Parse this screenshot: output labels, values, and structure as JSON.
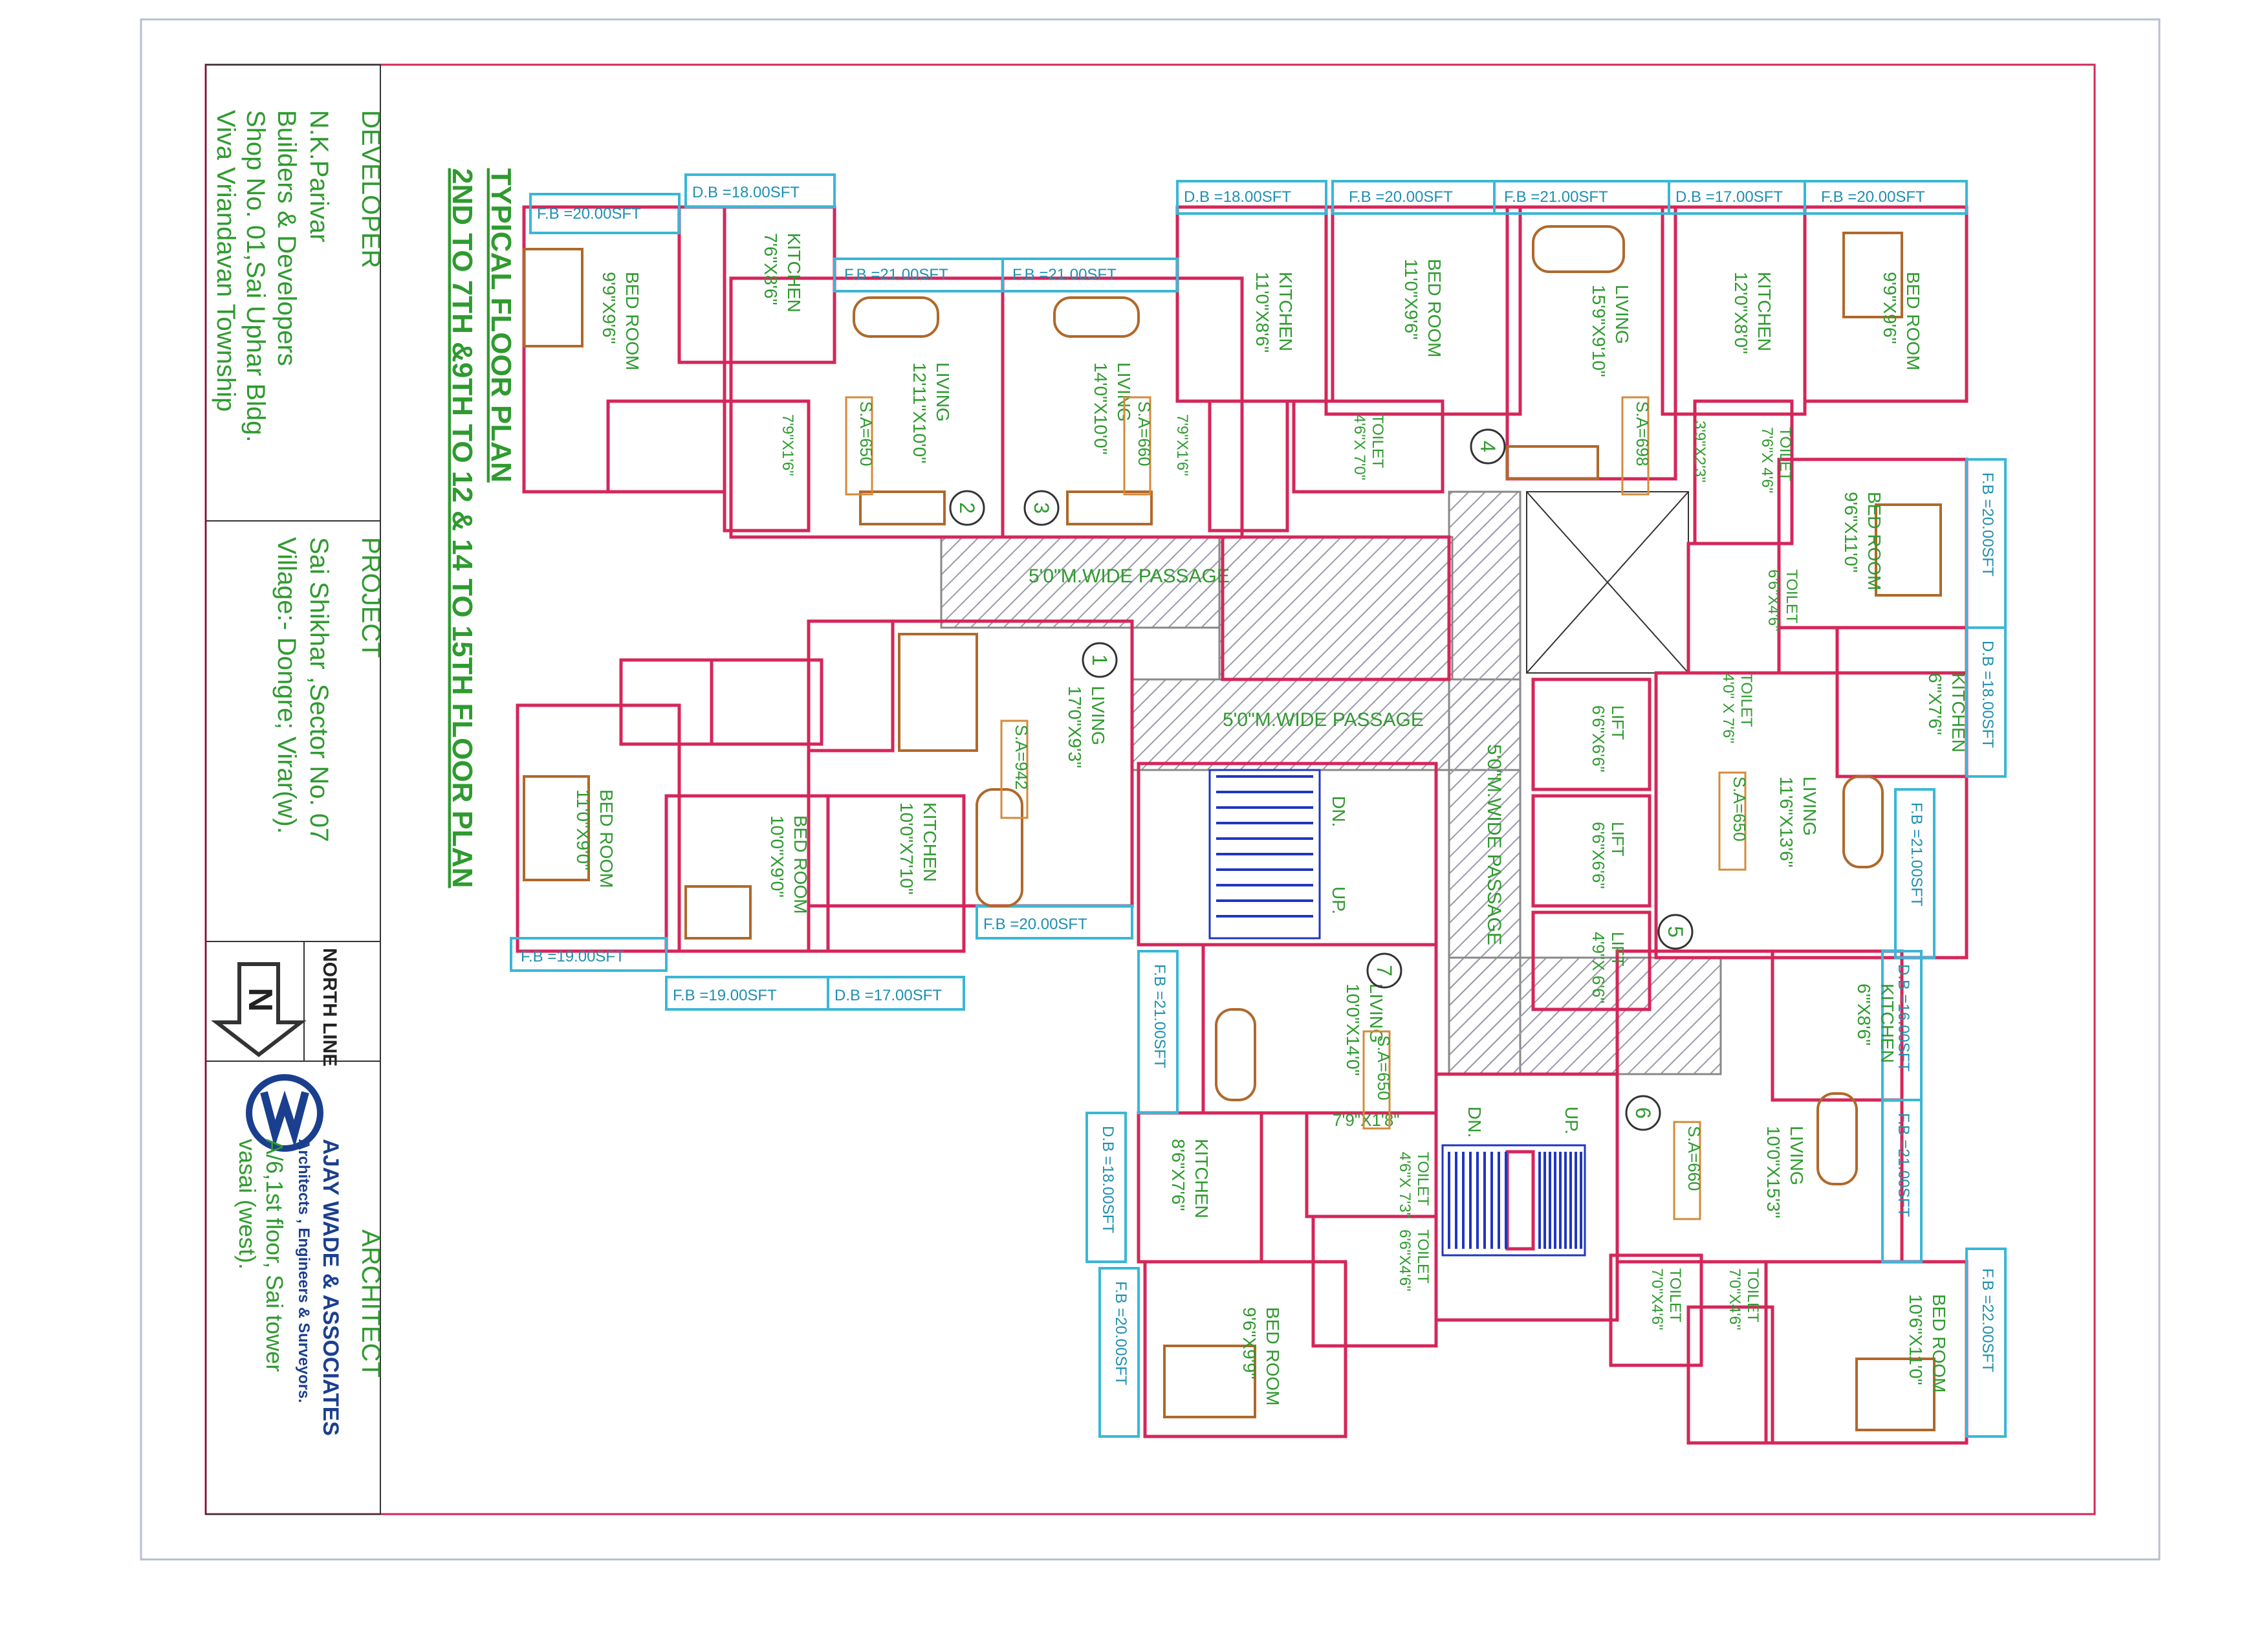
{
  "title_block": {
    "developer_heading": "DEVELOPER",
    "developer_lines": [
      "N.K.Parivar",
      "Builders & Developers",
      "Shop No. 01,Sai Uphar Bldg.",
      "Viva Vriandavan Township"
    ],
    "project_heading": "PROJECT",
    "project_lines": [
      "Sai Shikhar ,Sector No. 07",
      "Village:- Dongre; Virar(w)."
    ],
    "north_heading": "NORTH LINE",
    "north_letter": "N",
    "architect_heading": "ARCHITECT",
    "architect_name": "AJAY WADE & ASSOCIATES",
    "architect_tagline": "Architects , Engineers & Surveyors.",
    "architect_address": [
      "A/6,1st floor, Sai tower",
      "vasai (west)."
    ]
  },
  "plan_title": [
    "TYPICAL FLOOR PLAN",
    "2ND TO 7TH &9TH TO 12 & 14 TO 15TH FLOOR PLAN"
  ],
  "passages": [
    "5'0\"M.WIDE PASSAGE",
    "5'0\"M.WIDE PASSAGE",
    "5'0\"M.WIDE PASSAGE"
  ],
  "flats": [
    {
      "no": "1",
      "sa": "S.A=942"
    },
    {
      "no": "2",
      "sa": "S.A=650"
    },
    {
      "no": "3",
      "sa": "S.A=660"
    },
    {
      "no": "4",
      "sa": "S.A=698"
    },
    {
      "no": "5",
      "sa": "S.A=650"
    },
    {
      "no": "6",
      "sa": "S.A=660"
    },
    {
      "no": "7",
      "sa": "S.A=650"
    }
  ],
  "rooms": [
    {
      "name": "BED ROOM",
      "size": "9'9\"X9'6\""
    },
    {
      "name": "KITCHEN",
      "size": "7'6\"X8'6\""
    },
    {
      "name": "LIVING",
      "size": "12'11\"X10'0\""
    },
    {
      "name": "LIVING",
      "size": "14'0\"X10'0\""
    },
    {
      "name": "KITCHEN",
      "size": "11'0\"X8'6\""
    },
    {
      "name": "BED ROOM",
      "size": "11'0\"X9'6\""
    },
    {
      "name": "LIVING",
      "size": "15'9\"X9'10\""
    },
    {
      "name": "KITCHEN",
      "size": "12'0\"X8'0\""
    },
    {
      "name": "BED ROOM",
      "size": "9'9\"X9'6\""
    },
    {
      "name": "BED ROOM",
      "size": "9'6\"X11'0\""
    },
    {
      "name": "KITCHEN",
      "size": "6'\"X7'6\""
    },
    {
      "name": "LIVING",
      "size": "11'6\"X13'6\""
    },
    {
      "name": "KITCHEN",
      "size": "6'\"X8'6\""
    },
    {
      "name": "LIVING",
      "size": "10'0\"X15'3\""
    },
    {
      "name": "BED ROOM",
      "size": "10'6\"X11'0\""
    },
    {
      "name": "LIVING",
      "size": "10'0\"X14'0\""
    },
    {
      "name": "KITCHEN",
      "size": "8'6\"X7'6\""
    },
    {
      "name": "BED ROOM",
      "size": "9'6\"X9'9\""
    },
    {
      "name": "LIVING",
      "size": "17'0\"X9'3\""
    },
    {
      "name": "KITCHEN",
      "size": "10'0\"X7'10\""
    },
    {
      "name": "BED ROOM",
      "size": "10'0\"X9'0\""
    },
    {
      "name": "BED ROOM",
      "size": "11'0\"X9'0\""
    }
  ],
  "toilets": [
    {
      "name": "TOILET",
      "size": "4'6\"X 7'0\""
    },
    {
      "name": "TOILET",
      "size": "7'6\"X 4'6\""
    },
    {
      "name": "TOILET",
      "size": "6'6\"X4'6\""
    },
    {
      "name": "TOILET",
      "size": "4'0\" X 7'6\""
    },
    {
      "name": "TOILET",
      "size": "7'0\"X4'6\""
    },
    {
      "name": "TOILET",
      "size": "7'0\"X4'6\""
    },
    {
      "name": "TOILET",
      "size": "4'6\"X 7'3\""
    },
    {
      "name": "TOILET",
      "size": "6'6\"X4'6\""
    }
  ],
  "misc_sizes": [
    "7'9\"X1'6\"",
    "7'9\"X1'6\"",
    "7'9\"X1'8\"",
    "3'9\"X2'3\""
  ],
  "lifts": [
    {
      "name": "LIFT",
      "size": "6'6\"X6'6\""
    },
    {
      "name": "LIFT",
      "size": "6'6\"X6'6\""
    },
    {
      "name": "LIFT",
      "size": "4'9\"X 6'6\""
    }
  ],
  "stair_labels": [
    "DN.",
    "UP.",
    "DN.",
    "UP."
  ],
  "balconies": [
    "F.B =20.00SFT",
    "D.B =18.00SFT",
    "F.B =21.00SFT",
    "F.B =21.00SFT",
    "D.B =18.00SFT",
    "F.B =20.00SFT",
    "F.B =21.00SFT",
    "D.B =17.00SFT",
    "F.B =20.00SFT",
    "F.B =20.00SFT",
    "D.B =18.00SFT",
    "F.B =21.00SFT",
    "D.B =16.00SFT",
    "F.B =21.00SFT",
    "F.B =22.00SFT",
    "F.B =21.00SFT",
    "D.B =18.00SFT",
    "F.B =20.00SFT",
    "F.B =20.00SFT",
    "F.B =19.00SFT",
    "F.B =19.00SFT",
    "D.B =17.00SFT"
  ]
}
